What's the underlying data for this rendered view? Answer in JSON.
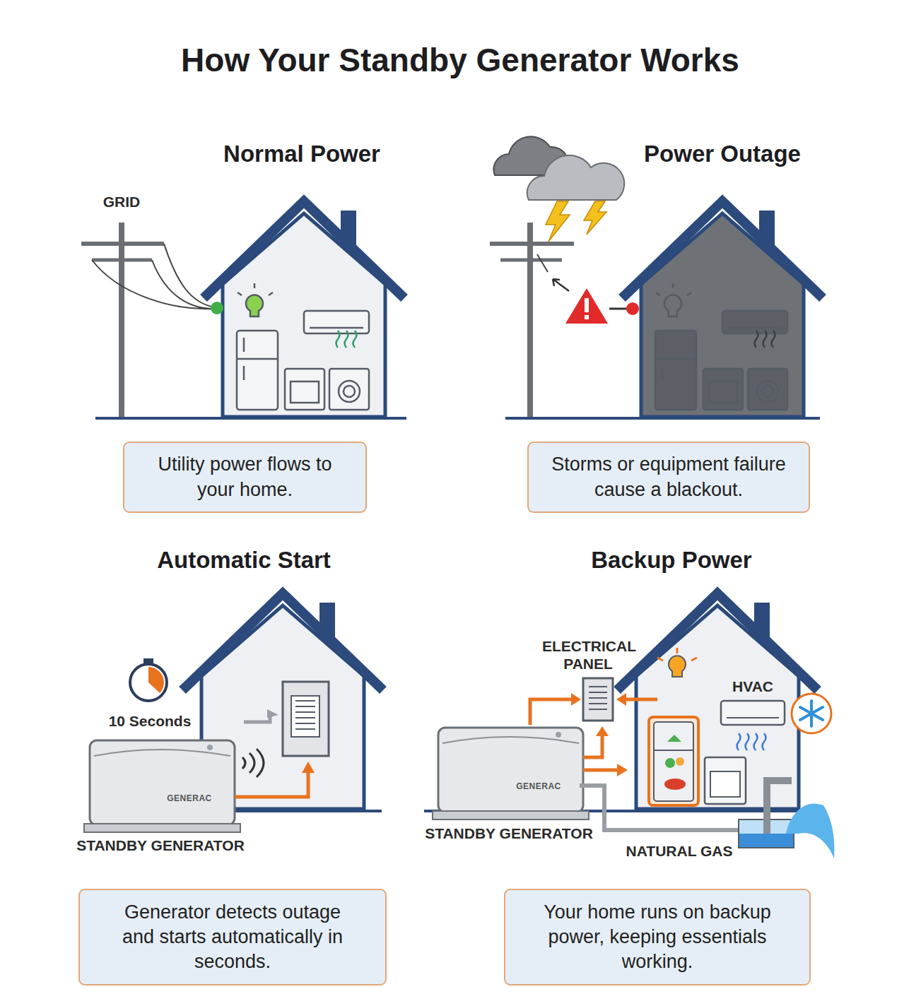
{
  "diagram": {
    "title": "How Your Standby Generator Works",
    "nodes": [
      {
        "text": [
          "Utility power flows to your home."
        ]
      },
      {
        "text": [
          "Storms or equipment failure cause a blackout."
        ]
      },
      {
        "text": [
          "Generator detects outage and starts automatically in seconds."
        ]
      },
      {
        "text": [
          "Your home runs on backup power, keeping essentials working."
        ]
      }
    ],
    "labels": [
      "Normal Power",
      "Power Outage",
      "Automatic Start",
      "Backup Power",
      "GRID",
      "10 Seconds",
      "GENERAC",
      "STANDBY GENERATOR",
      "ELECTRICAL PANEL",
      "HVAC",
      "GENERAC",
      "STANDBY GENERATOR",
      "NATURAL GAS"
    ]
  }
}
